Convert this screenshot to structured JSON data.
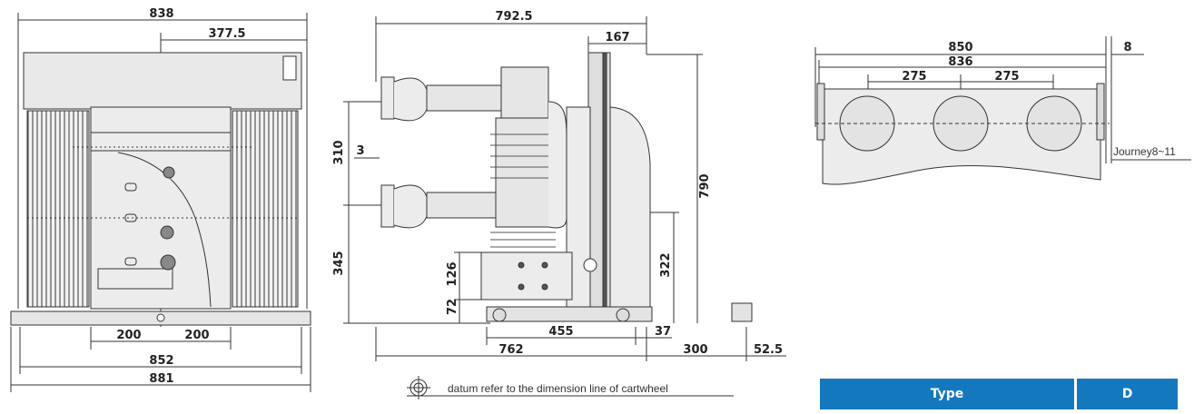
{
  "front_view": {
    "dims": {
      "top_width": "838",
      "top_offset": "377.5",
      "pole_left": "200",
      "pole_right": "200",
      "base_inner": "852",
      "base_outer": "881"
    }
  },
  "side_view": {
    "dims": {
      "overall_depth": "792.5",
      "rear_part": "167",
      "overall_height": "790",
      "pole_spacing": "310",
      "contact_offset": "3",
      "lower_height": "345",
      "box_height": "126",
      "wheel_height": "72",
      "wheel_base": "455",
      "rear_offset": "37",
      "front_length": "762",
      "truck_length": "300",
      "handle_len": "52.5",
      "column_height": "322"
    },
    "datum_note": "datum refer to the dimension line of cartwheel"
  },
  "top_view": {
    "dims": {
      "outer_width": "850",
      "flange": "8",
      "inner_width": "836",
      "spacing_left": "275",
      "spacing_right": "275"
    },
    "journey_label": "Journey8~11"
  },
  "table": {
    "headers": [
      "Type",
      "D"
    ]
  },
  "colors": {
    "line": "#333333",
    "body_fill": "#e9e9e9",
    "header_fill": "#1478be"
  }
}
